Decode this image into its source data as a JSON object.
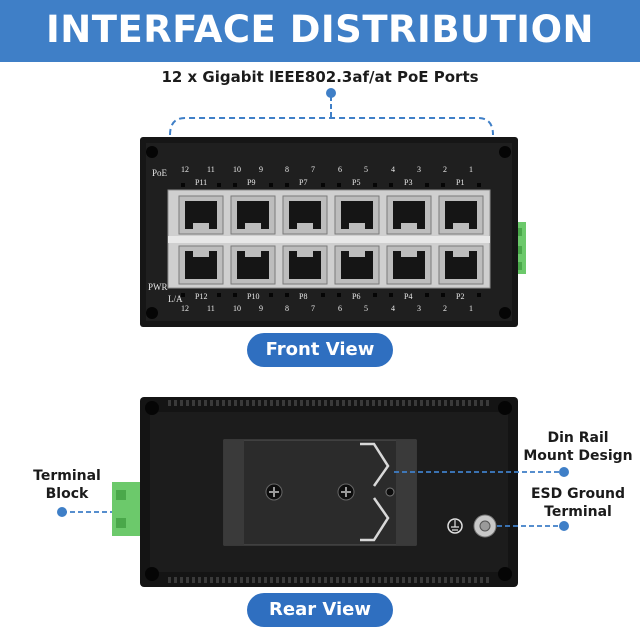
{
  "header": {
    "title": "INTERFACE DISTRIBUTION"
  },
  "subtitle": "12 x Gigabit lEEE802.3af/at PoE Ports",
  "front_view": {
    "label": "Front View",
    "led_labels": {
      "poe": "PoE",
      "pwr": "PWR",
      "link": "L/A"
    },
    "top_numbers": [
      "12",
      "11",
      "10",
      "9",
      "8",
      "7",
      "6",
      "5",
      "4",
      "3",
      "2",
      "1"
    ],
    "bottom_numbers": [
      "12",
      "11",
      "10",
      "9",
      "8",
      "7",
      "6",
      "5",
      "4",
      "3",
      "2",
      "1"
    ],
    "top_port_labels": [
      "P11",
      "P9",
      "P7",
      "P5",
      "P3",
      "P1"
    ],
    "bottom_port_labels": [
      "P12",
      "P10",
      "P8",
      "P6",
      "P4",
      "P2"
    ]
  },
  "rear_view": {
    "label": "Rear View",
    "terminal_block": "Terminal\nBlock",
    "din_rail": "Din Rail\nMount Design",
    "esd_ground": "ESD Ground\nTerminal"
  },
  "colors": {
    "banner": "#3f7fc7",
    "pill": "#2f6fc0",
    "accent_dot": "#3f7fc7",
    "terminal_green": "#6cc96b"
  }
}
